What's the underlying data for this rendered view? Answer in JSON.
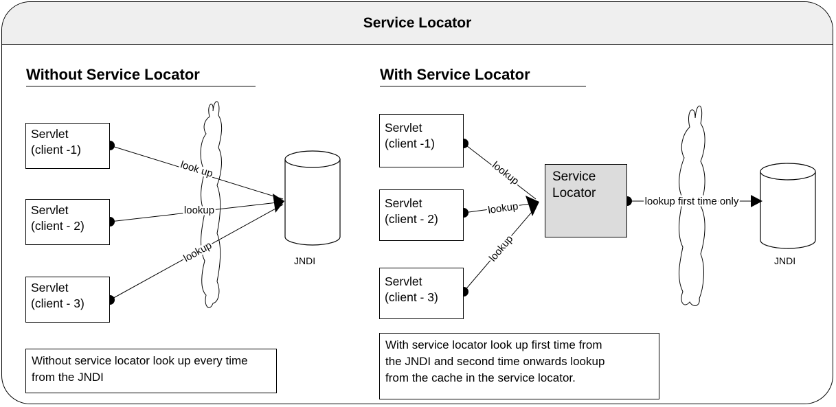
{
  "title": "Service Locator",
  "without": {
    "heading": "Without Service Locator",
    "clients": [
      {
        "line1": "Servlet",
        "line2": "(client -1)"
      },
      {
        "line1": "Servlet",
        "line2": "(client - 2)"
      },
      {
        "line1": "Servlet",
        "line2": "(client - 3)"
      }
    ],
    "edge_labels": [
      "look up",
      "lookup",
      "lookup"
    ],
    "target_label": "JNDI",
    "note_lines": [
      "Without service locator look up every time",
      "from the JNDI"
    ]
  },
  "with": {
    "heading": "With Service Locator",
    "clients": [
      {
        "line1": "Servlet",
        "line2": "(client -1)"
      },
      {
        "line1": "Servlet",
        "line2": "(client - 2)"
      },
      {
        "line1": "Servlet",
        "line2": "(client - 3)"
      }
    ],
    "locator_lines": [
      "Service",
      "Locator"
    ],
    "edge_labels": [
      "lookup",
      "lookup",
      "lookup"
    ],
    "first_time_label": "lookup first time only",
    "target_label": "JNDI",
    "note_lines": [
      "With service locator look up first time from",
      "the JNDI and second time onwards lookup",
      "from the cache in the service locator."
    ]
  }
}
